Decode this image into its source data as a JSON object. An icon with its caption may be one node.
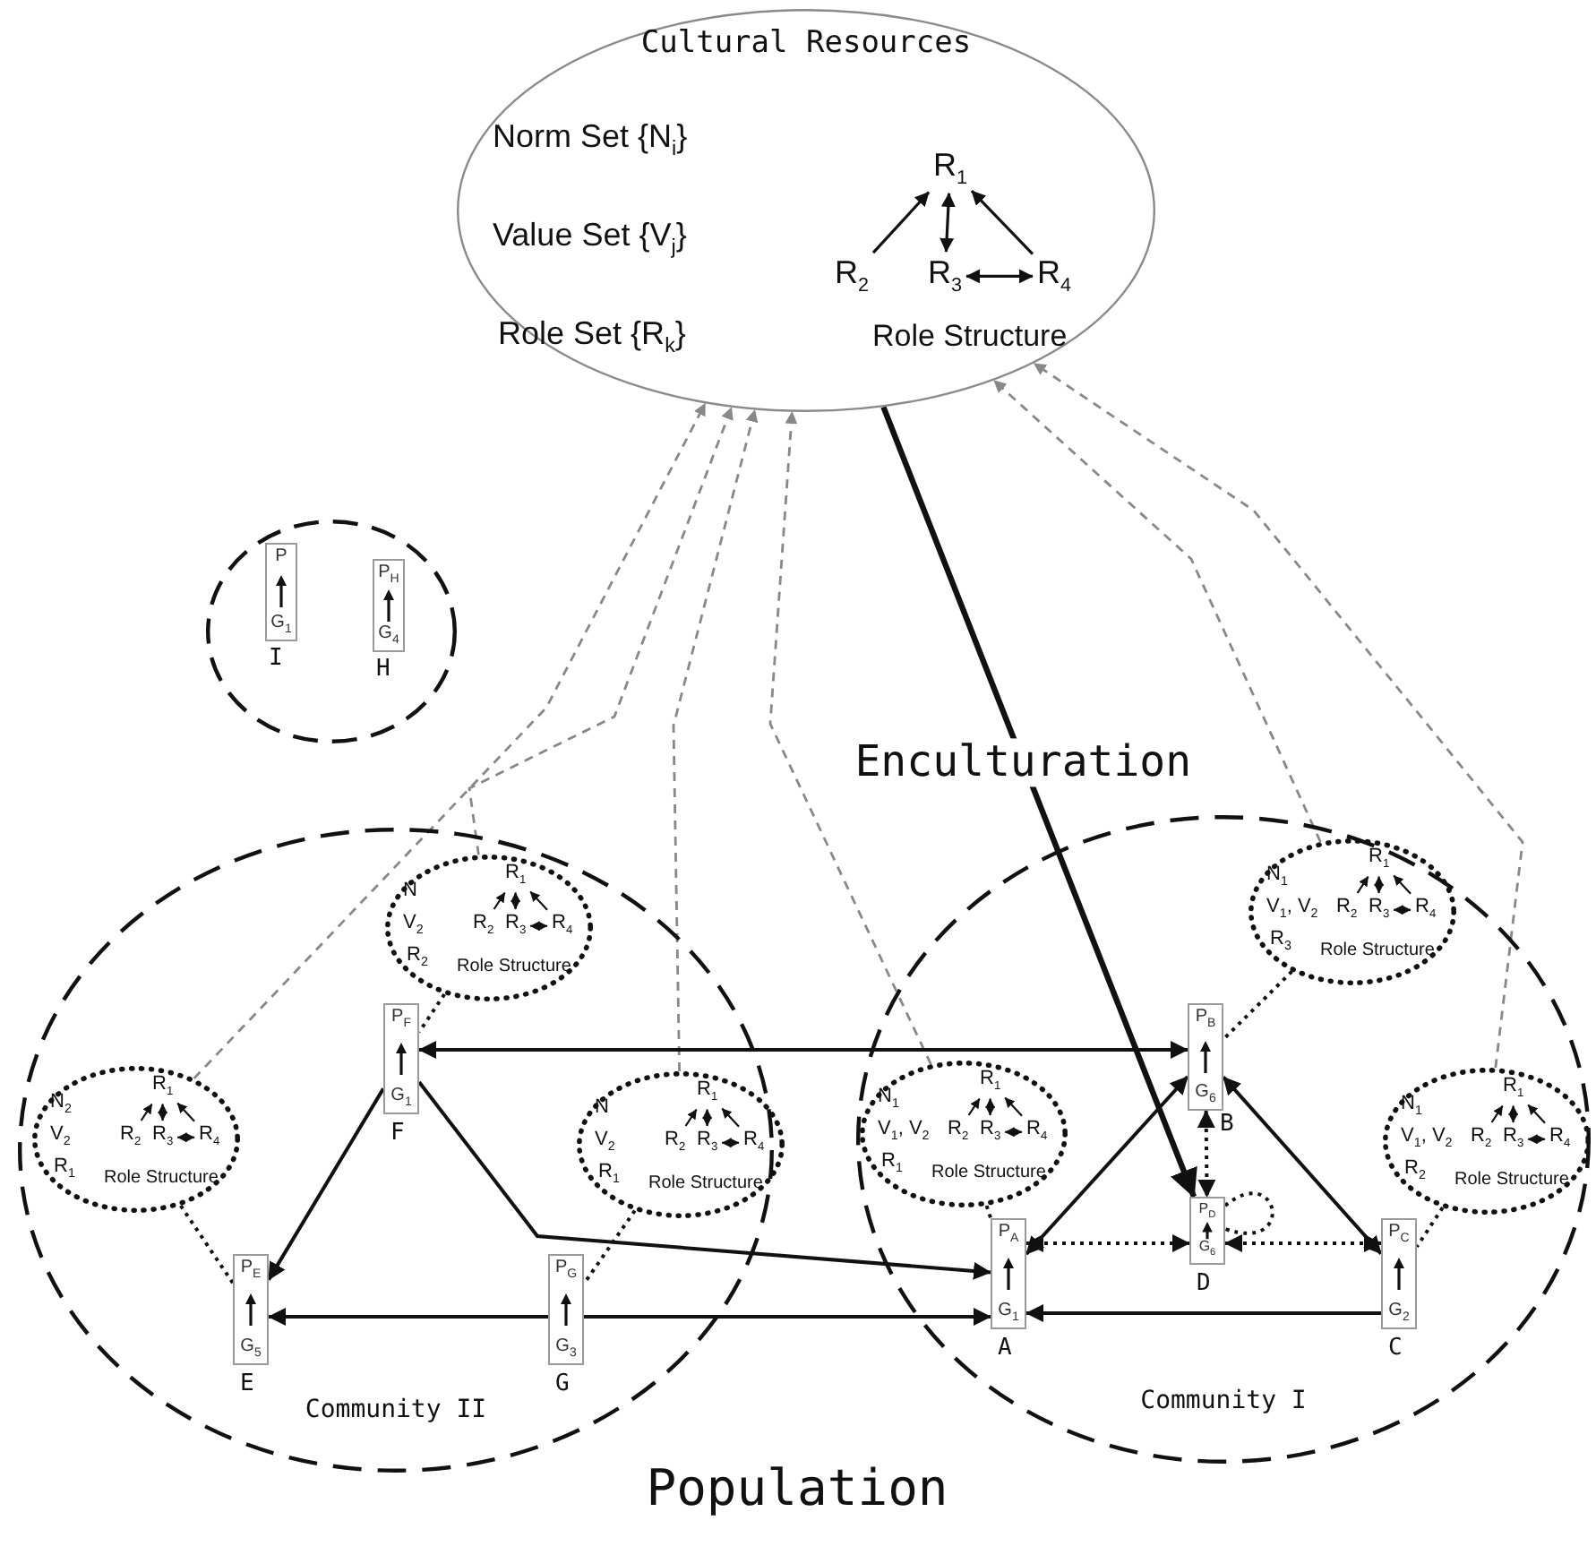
{
  "diagram": {
    "nodes": [
      {
        "text": [
          "Cultural Resources",
          "Norm Set {N$_{i}$}",
          "Value Set {V$_{j}$}",
          "Role Set {R$_{k}$}",
          "Role Structure"
        ]
      },
      {
        "text": [
          "R$_{1}$"
        ],
        "in": 0
      },
      {
        "text": [
          "R$_{2}$"
        ],
        "in": 0
      },
      {
        "text": [
          "R$_{3}$"
        ],
        "in": 0
      },
      {
        "text": [
          "R$_{4}$"
        ],
        "in": 0
      },
      {
        "text": [],
        "shape": "circle"
      },
      {
        "text": [
          "P",
          "G$_{1}$"
        ],
        "in": 5,
        "beside": [
          "I"
        ]
      },
      {
        "text": [
          "P$_{H}$",
          "G$_{4}$"
        ],
        "in": 5,
        "beside": [
          "H"
        ]
      },
      {
        "text": [
          "Community II"
        ]
      },
      {
        "text": [
          "Community I"
        ]
      },
      {
        "text": [
          "N",
          "V$_{2}$",
          "R$_{2}$",
          "Role Structure"
        ],
        "in": 8
      },
      {
        "text": [
          "R$_{1}$"
        ],
        "in": 10
      },
      {
        "text": [
          "R$_{2}$"
        ],
        "in": 10
      },
      {
        "text": [
          "R$_{3}$"
        ],
        "in": 10
      },
      {
        "text": [
          "R$_{4}$"
        ],
        "in": 10
      },
      {
        "text": [
          "N$_{2}$",
          "V$_{2}$",
          "R$_{1}$",
          "Role Structure"
        ],
        "in": 8
      },
      {
        "text": [
          "R$_{1}$"
        ],
        "in": 15
      },
      {
        "text": [
          "R$_{2}$"
        ],
        "in": 15
      },
      {
        "text": [
          "R$_{3}$"
        ],
        "in": 15
      },
      {
        "text": [
          "R$_{4}$"
        ],
        "in": 15
      },
      {
        "text": [
          "N",
          "V$_{2}$",
          "R$_{1}$",
          "Role Structure"
        ],
        "in": 8
      },
      {
        "text": [
          "R$_{1}$"
        ],
        "in": 20
      },
      {
        "text": [
          "R$_{2}$"
        ],
        "in": 20
      },
      {
        "text": [
          "R$_{3}$"
        ],
        "in": 20
      },
      {
        "text": [
          "R$_{4}$"
        ],
        "in": 20
      },
      {
        "text": [
          "N$_{1}$",
          "V$_{1}$, V$_{2}$",
          "R$_{3}$",
          "Role Structure"
        ],
        "in": 9
      },
      {
        "text": [
          "R$_{1}$"
        ],
        "in": 25
      },
      {
        "text": [
          "R$_{2}$"
        ],
        "in": 25
      },
      {
        "text": [
          "R$_{3}$"
        ],
        "in": 25
      },
      {
        "text": [
          "R$_{4}$"
        ],
        "in": 25
      },
      {
        "text": [
          "N$_{1}$",
          "V$_{1}$, V$_{2}$",
          "R$_{1}$",
          "Role Structure"
        ],
        "in": 9
      },
      {
        "text": [
          "R$_{1}$"
        ],
        "in": 30
      },
      {
        "text": [
          "R$_{2}$"
        ],
        "in": 30
      },
      {
        "text": [
          "R$_{3}$"
        ],
        "in": 30
      },
      {
        "text": [
          "R$_{4}$"
        ],
        "in": 30
      },
      {
        "text": [
          "N$_{1}$",
          "V$_{1}$, V$_{2}$",
          "R$_{2}$",
          "Role Structure"
        ],
        "in": 9
      },
      {
        "text": [
          "R$_{1}$"
        ],
        "in": 35
      },
      {
        "text": [
          "R$_{2}$"
        ],
        "in": 35
      },
      {
        "text": [
          "R$_{3}$"
        ],
        "in": 35
      },
      {
        "text": [
          "R$_{4}$"
        ],
        "in": 35
      },
      {
        "text": [
          "P$_{F}$",
          "G$_{1}$"
        ],
        "in": 8,
        "beside": [
          "F"
        ]
      },
      {
        "text": [
          "P$_{E}$",
          "G$_{5}$"
        ],
        "in": 8,
        "beside": [
          "E"
        ]
      },
      {
        "text": [
          "P$_{G}$",
          "G$_{3}$"
        ],
        "in": 8,
        "beside": [
          "G"
        ]
      },
      {
        "text": [
          "P$_{B}$",
          "G$_{6}$"
        ],
        "in": 9,
        "beside": [
          "B"
        ]
      },
      {
        "text": [
          "P$_{A}$",
          "G$_{1}$"
        ],
        "in": 9,
        "beside": [
          "A"
        ]
      },
      {
        "text": [
          "P$_{D}$",
          "G$_{6}$"
        ],
        "in": 9,
        "beside": [
          "D"
        ]
      },
      {
        "text": [
          "P$_{C}$",
          "G$_{2}$"
        ],
        "in": 9,
        "beside": [
          "C"
        ]
      }
    ],
    "edges": [
      {
        "from": 2,
        "to": 1,
        "arrow": "to"
      },
      {
        "from": 1,
        "to": 3,
        "arrow": "both"
      },
      {
        "from": 3,
        "to": 4,
        "arrow": "both"
      },
      {
        "from": 4,
        "to": 1,
        "arrow": "to"
      },
      {
        "from": 12,
        "to": 11,
        "arrow": "to"
      },
      {
        "from": 11,
        "to": 13,
        "arrow": "both"
      },
      {
        "from": 13,
        "to": 14,
        "arrow": "both"
      },
      {
        "from": 14,
        "to": 11,
        "arrow": "to"
      },
      {
        "from": 17,
        "to": 16,
        "arrow": "to"
      },
      {
        "from": 16,
        "to": 18,
        "arrow": "both"
      },
      {
        "from": 18,
        "to": 19,
        "arrow": "both"
      },
      {
        "from": 19,
        "to": 16,
        "arrow": "to"
      },
      {
        "from": 22,
        "to": 21,
        "arrow": "to"
      },
      {
        "from": 21,
        "to": 23,
        "arrow": "both"
      },
      {
        "from": 23,
        "to": 24,
        "arrow": "both"
      },
      {
        "from": 24,
        "to": 21,
        "arrow": "to"
      },
      {
        "from": 27,
        "to": 26,
        "arrow": "to"
      },
      {
        "from": 26,
        "to": 28,
        "arrow": "both"
      },
      {
        "from": 28,
        "to": 29,
        "arrow": "both"
      },
      {
        "from": 29,
        "to": 26,
        "arrow": "to"
      },
      {
        "from": 32,
        "to": 31,
        "arrow": "to"
      },
      {
        "from": 31,
        "to": 33,
        "arrow": "both"
      },
      {
        "from": 33,
        "to": 34,
        "arrow": "both"
      },
      {
        "from": 34,
        "to": 31,
        "arrow": "to"
      },
      {
        "from": 37,
        "to": 36,
        "arrow": "to"
      },
      {
        "from": 36,
        "to": 38,
        "arrow": "both"
      },
      {
        "from": 38,
        "to": 39,
        "arrow": "both"
      },
      {
        "from": 39,
        "to": 36,
        "arrow": "to"
      },
      {
        "from": 15,
        "to": 0,
        "arrow": "to",
        "style": "dashed",
        "color": "#888888"
      },
      {
        "from": 10,
        "to": 0,
        "arrow": "to",
        "style": "dashed",
        "color": "#888888"
      },
      {
        "from": 20,
        "to": 0,
        "arrow": "to",
        "style": "dashed",
        "color": "#888888"
      },
      {
        "from": 30,
        "to": 0,
        "arrow": "to",
        "style": "dashed",
        "color": "#888888"
      },
      {
        "from": 25,
        "to": 0,
        "arrow": "to",
        "style": "dashed",
        "color": "#888888"
      },
      {
        "from": 35,
        "to": 0,
        "arrow": "to",
        "style": "dashed",
        "color": "#888888"
      },
      {
        "from": 10,
        "to": 40,
        "arrow": "none",
        "style": "dashed"
      },
      {
        "from": 15,
        "to": 41,
        "arrow": "none",
        "style": "dashed"
      },
      {
        "from": 20,
        "to": 42,
        "arrow": "none",
        "style": "dashed"
      },
      {
        "from": 25,
        "to": 43,
        "arrow": "none",
        "style": "dashed"
      },
      {
        "from": 30,
        "to": 44,
        "arrow": "none",
        "style": "dashed"
      },
      {
        "from": 35,
        "to": 46,
        "arrow": "none",
        "style": "dashed"
      },
      {
        "from": 40,
        "to": 41,
        "arrow": "to"
      },
      {
        "from": 40,
        "to": 44,
        "arrow": "to"
      },
      {
        "from": 40,
        "to": 43,
        "arrow": "both"
      },
      {
        "from": 42,
        "to": 41,
        "arrow": "to"
      },
      {
        "from": 42,
        "to": 44,
        "arrow": "to"
      },
      {
        "from": 44,
        "to": 43,
        "arrow": "both"
      },
      {
        "from": 43,
        "to": 46,
        "arrow": "both"
      },
      {
        "from": 46,
        "to": 44,
        "arrow": "to"
      },
      {
        "from": 0,
        "to": 45,
        "arrow": "to",
        "style": "thick",
        "label": "Enculturation"
      },
      {
        "from": 43,
        "to": 45,
        "arrow": "both",
        "style": "dashed"
      },
      {
        "from": 44,
        "to": 45,
        "arrow": "both",
        "style": "dashed"
      },
      {
        "from": 45,
        "to": 46,
        "arrow": "both",
        "style": "dashed"
      },
      {
        "from": 45,
        "to": 45,
        "arrow": "none",
        "style": "dashed"
      }
    ],
    "labels": [
      "Population"
    ]
  }
}
